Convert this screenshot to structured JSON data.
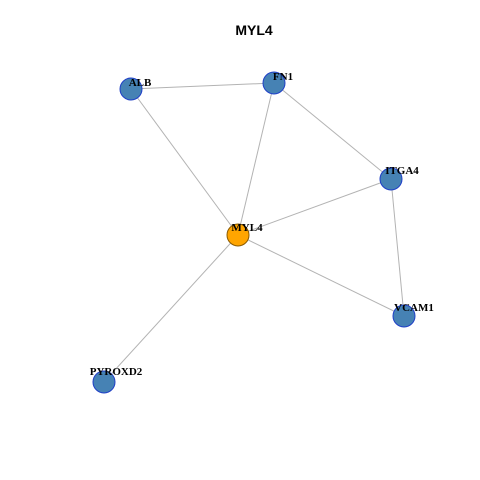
{
  "title": "MYL4",
  "colors": {
    "center_node": "#FFA500",
    "center_node_border": "#8a5a00",
    "neighbor_node": "#4682B4",
    "neighbor_node_border": "#1f3fc8",
    "edge": "#b3b3b3"
  },
  "nodes": [
    {
      "id": "MYL4",
      "label": "MYL4",
      "role": "center"
    },
    {
      "id": "ALB",
      "label": "ALB",
      "role": "neighbor"
    },
    {
      "id": "FN1",
      "label": "FN1",
      "role": "neighbor"
    },
    {
      "id": "ITGA4",
      "label": "ITGA4",
      "role": "neighbor"
    },
    {
      "id": "VCAM1",
      "label": "VCAM1",
      "role": "neighbor"
    },
    {
      "id": "PYROXD2",
      "label": "PYROXD2",
      "role": "neighbor"
    }
  ],
  "edges": [
    {
      "source": "ALB",
      "target": "FN1"
    },
    {
      "source": "ALB",
      "target": "MYL4"
    },
    {
      "source": "FN1",
      "target": "MYL4"
    },
    {
      "source": "FN1",
      "target": "ITGA4"
    },
    {
      "source": "ITGA4",
      "target": "MYL4"
    },
    {
      "source": "ITGA4",
      "target": "VCAM1"
    },
    {
      "source": "MYL4",
      "target": "VCAM1"
    },
    {
      "source": "MYL4",
      "target": "PYROXD2"
    }
  ]
}
